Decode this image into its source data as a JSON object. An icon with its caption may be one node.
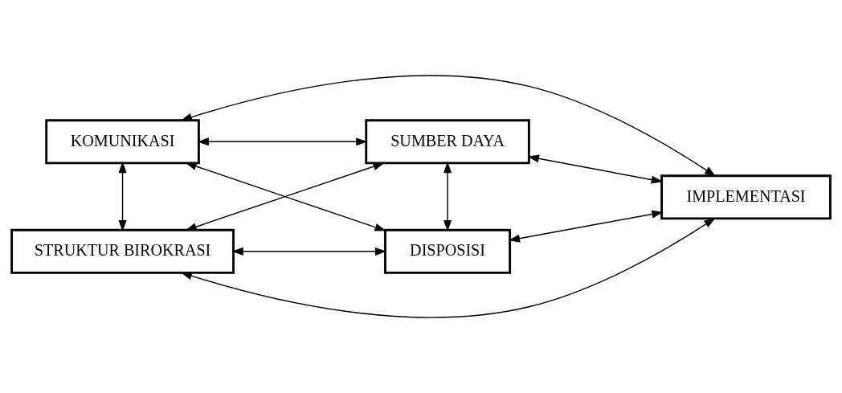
{
  "diagram": {
    "nodes": [
      {
        "text": [
          "KOMUNIKASI"
        ]
      },
      {
        "text": [
          "SUMBER DAYA"
        ]
      },
      {
        "text": [
          "DISPOSISI"
        ]
      },
      {
        "text": [
          "IMPLEMENTASI"
        ]
      },
      {
        "text": [
          "STRUKTUR BIROKRASI"
        ]
      }
    ],
    "edges": [
      {
        "from": 0,
        "to": 3,
        "arrow": "both"
      },
      {
        "from": 0,
        "to": 1,
        "arrow": "both"
      },
      {
        "from": 0,
        "to": 2,
        "arrow": "both"
      },
      {
        "from": 0,
        "to": 4,
        "arrow": "both"
      },
      {
        "from": 1,
        "to": 2,
        "arrow": "both"
      },
      {
        "from": 1,
        "to": 3,
        "arrow": "both"
      },
      {
        "from": 1,
        "to": 4,
        "arrow": "both"
      },
      {
        "from": 2,
        "to": 3,
        "arrow": "both"
      },
      {
        "from": 2,
        "to": 4,
        "arrow": "both"
      },
      {
        "from": 4,
        "to": 3,
        "arrow": "both"
      }
    ]
  }
}
